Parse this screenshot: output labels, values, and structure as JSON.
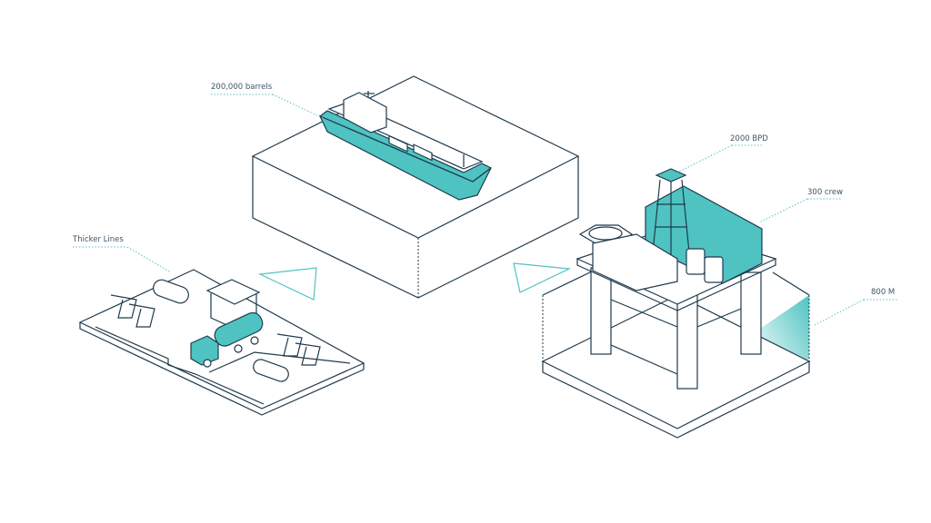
{
  "labels": {
    "ship_capacity": "200,000 barrels",
    "production": "2000 BPD",
    "crew": "300 crew",
    "thicker_lines": "Thicker Lines",
    "depth": "800 M"
  },
  "colors": {
    "accent": "#4fc3c1",
    "line": "#1f3a4d",
    "text": "#3e5566"
  }
}
